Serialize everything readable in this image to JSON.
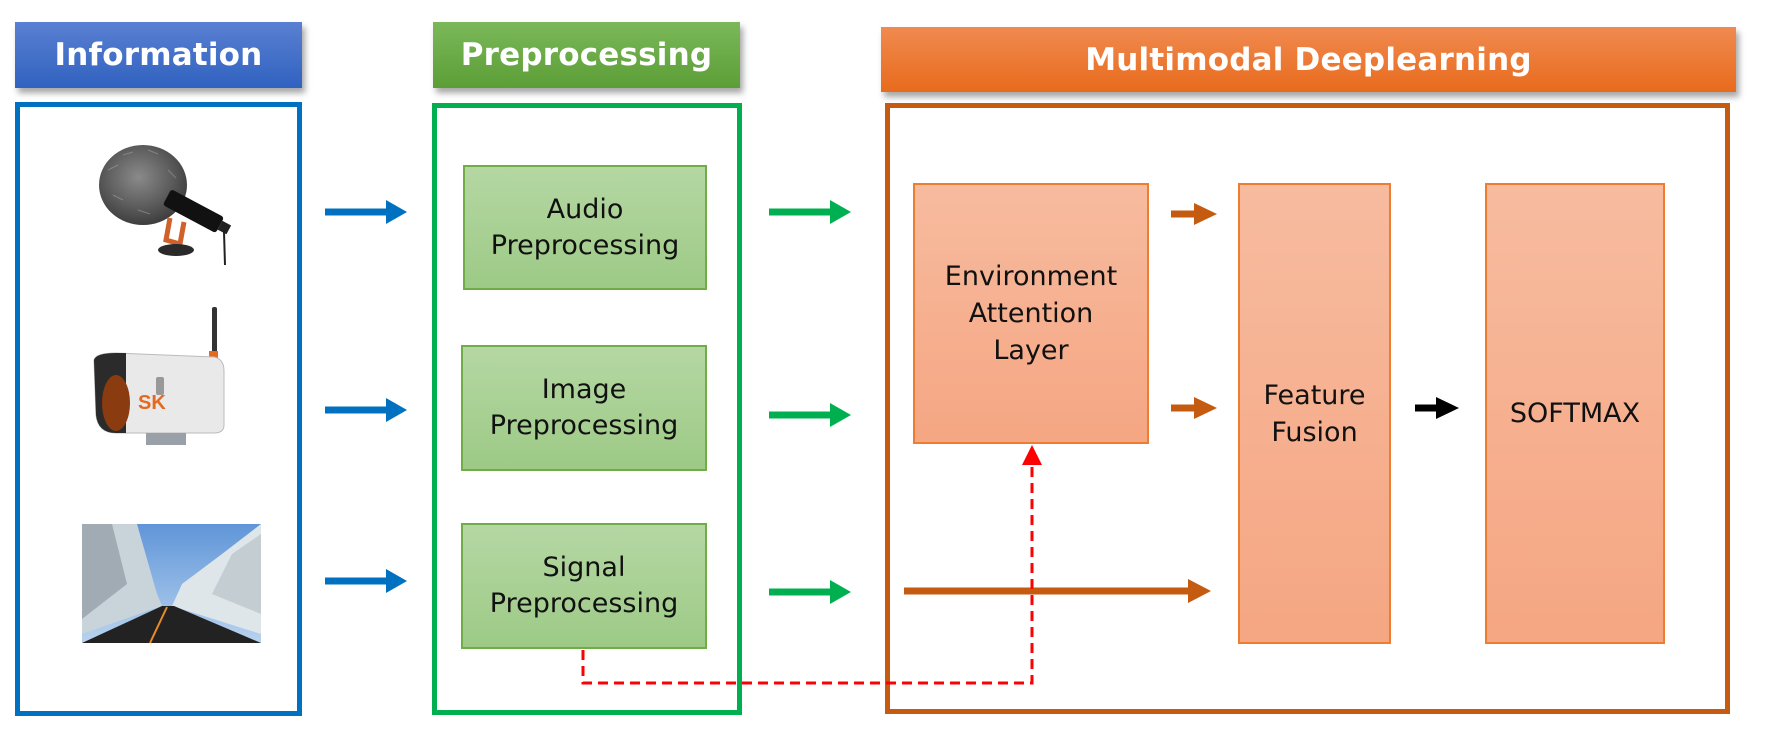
{
  "headers": {
    "information": "Information",
    "preprocessing": "Preprocessing",
    "multimodal": "Multimodal Deeplearning"
  },
  "inputs": [
    {
      "name": "microphone",
      "icon": "microphone-icon"
    },
    {
      "name": "camera",
      "icon": "camera-icon",
      "brand_text": "SK"
    },
    {
      "name": "road-environment-photo",
      "icon": "road-photo"
    }
  ],
  "preprocessing": {
    "audio": "Audio\nPreprocessing",
    "image": "Image\nPreprocessing",
    "signal": "Signal\nPreprocessing"
  },
  "deeplearning": {
    "attention": "Environment\nAttention\nLayer",
    "fusion": "Feature\nFusion",
    "softmax": "SOFTMAX"
  },
  "colors": {
    "info_blue": "#0070c0",
    "pre_green": "#00b050",
    "mm_orange": "#c55a11",
    "dashed_red": "#ff0000",
    "black_arrow": "#000000"
  }
}
